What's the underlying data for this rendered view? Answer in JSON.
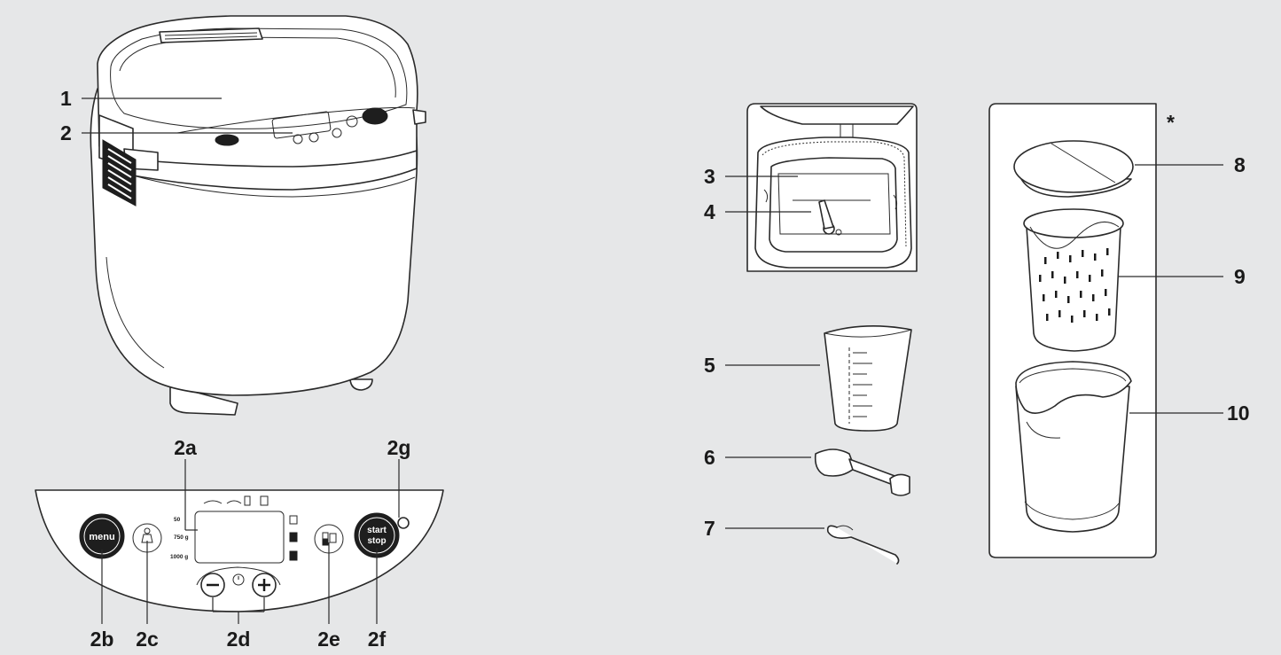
{
  "labels": {
    "l1": "1",
    "l2": "2",
    "l2a": "2a",
    "l2b": "2b",
    "l2c": "2c",
    "l2d": "2d",
    "l2e": "2e",
    "l2f": "2f",
    "l2g": "2g",
    "l3": "3",
    "l4": "4",
    "l5": "5",
    "l6": "6",
    "l7": "7",
    "l8": "8",
    "l9": "9",
    "l10": "10",
    "optional": "*"
  },
  "panel": {
    "menu_button": "menu",
    "start_button_line1": "start",
    "start_button_line2": "stop",
    "weight_500": "50",
    "weight_750": "750 g",
    "weight_1000": "1000 g"
  },
  "icons": {
    "crust": "crust-level-icon",
    "timer": "timer-icon",
    "weight": "weight-icon",
    "loaf": "loaf-size-icon"
  },
  "colors": {
    "background": "#e6e7e8",
    "outline": "#2a2a2a",
    "button_fill": "#1e1e1e"
  }
}
